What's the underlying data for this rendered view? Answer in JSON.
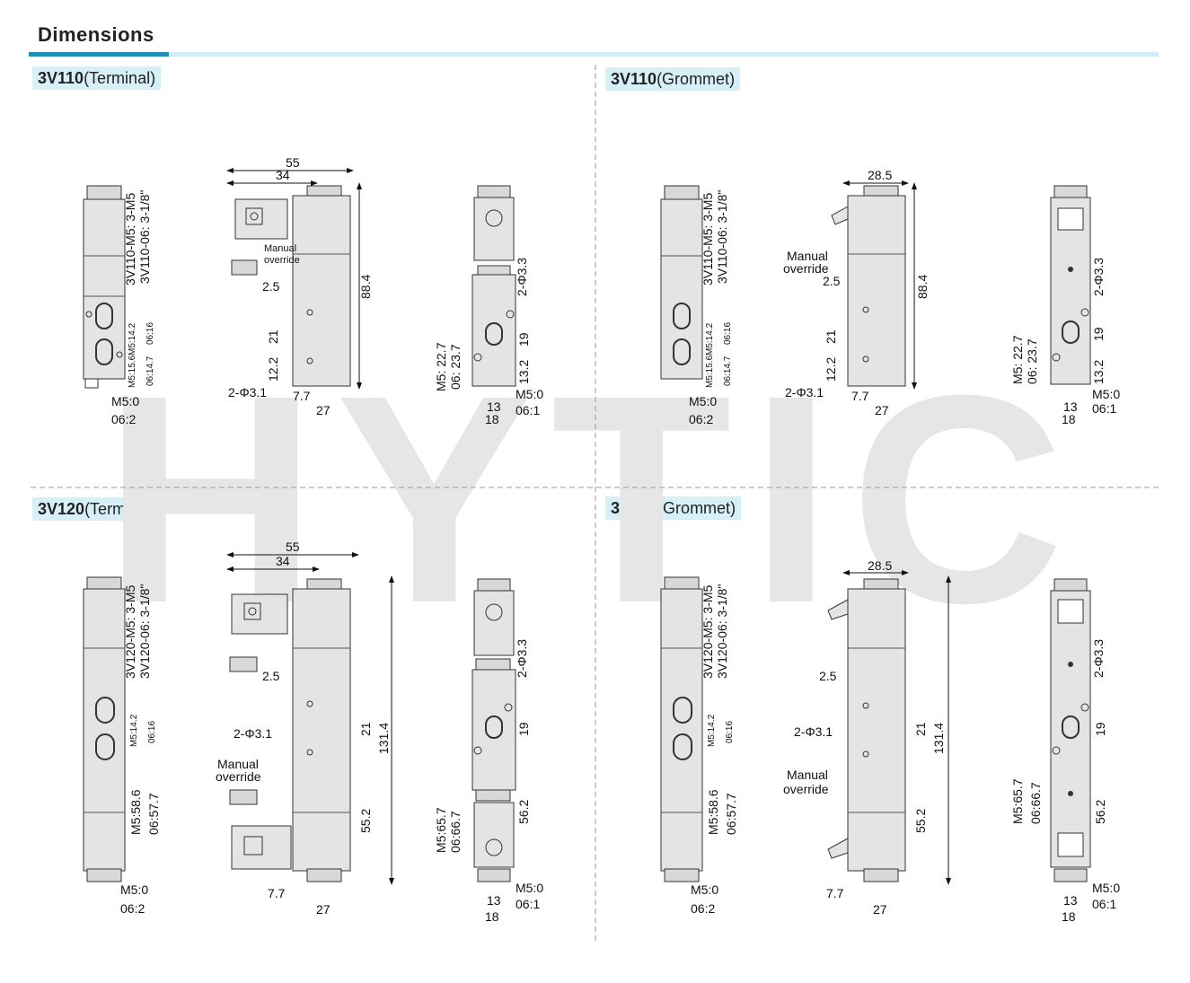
{
  "title": "Dimensions",
  "watermark": "HYTIC",
  "colors": {
    "accent": "#1e8fb6",
    "accent_light": "#cdeef6",
    "label_bg": "#d7f0f7",
    "body": "#e4e4e4",
    "watermark": "#e6e6e6"
  },
  "sections": [
    {
      "model": "3V110",
      "type": "(Terminal)"
    },
    {
      "model": "3V110",
      "type": "(Grommet)"
    },
    {
      "model": "3V120",
      "type": "(Terminal)"
    },
    {
      "model": "3V120",
      "type": "(Grommet)"
    }
  ],
  "labels": {
    "port_3v110_m5": "3V110-M5: 3-M5",
    "port_3v110_06": "3V110-06: 3-1/8\"",
    "port_3v120_m5": "3V120-M5: 3-M5",
    "port_3v120_06": "3V120-06: 3-1/8\"",
    "m5_142": "M5:14.2",
    "o6_16": "06:16",
    "m5_156": "M5:15.6",
    "o6_147": "06:14.7",
    "m5_0": "M5:0",
    "o6_2": "06:2",
    "o6_1": "06:1",
    "d55": "55",
    "d34": "34",
    "d25": "2.5",
    "d884": "88.4",
    "d21": "21",
    "d122": "12.2",
    "d77": "7.7",
    "d27": "27",
    "hole31": "2-Φ3.1",
    "hole33": "2-Φ3.3",
    "manual": "Manual",
    "override": "override",
    "m5_227": "M5: 22.7",
    "o6_237": "06: 23.7",
    "d19": "19",
    "d132": "13.2",
    "d13": "13",
    "d18": "18",
    "d285": "28.5",
    "d1314": "131.4",
    "d552": "55.2",
    "m5_586": "M5:58.6",
    "o6_577": "06:57.7",
    "m5_657": "M5:65.7",
    "o6_667": "06:66.7",
    "d562": "56.2"
  }
}
